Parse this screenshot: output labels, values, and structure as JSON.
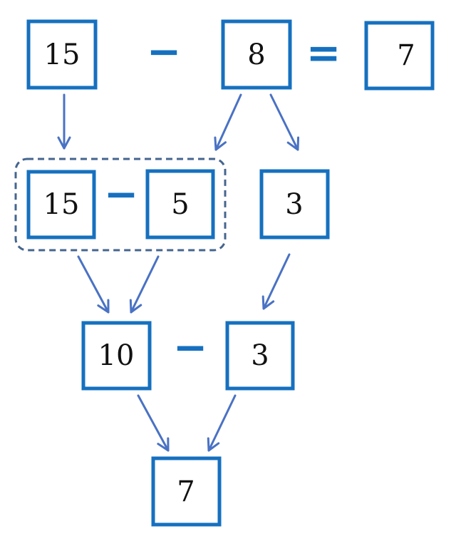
{
  "equation": {
    "minuend": "15",
    "minus": "−",
    "subtrahend": "8",
    "equals": "=",
    "result": "7"
  },
  "decompose": {
    "left_minuend": "15",
    "left_minus": "−",
    "left_part": "5",
    "right_part": "3"
  },
  "step": {
    "minuend": "10",
    "minus": "−",
    "subtrahend": "3"
  },
  "final": {
    "result": "7"
  },
  "colors": {
    "box_border": "#1670bf",
    "arrow": "#4a72c4",
    "group_outline": "#44658e"
  }
}
